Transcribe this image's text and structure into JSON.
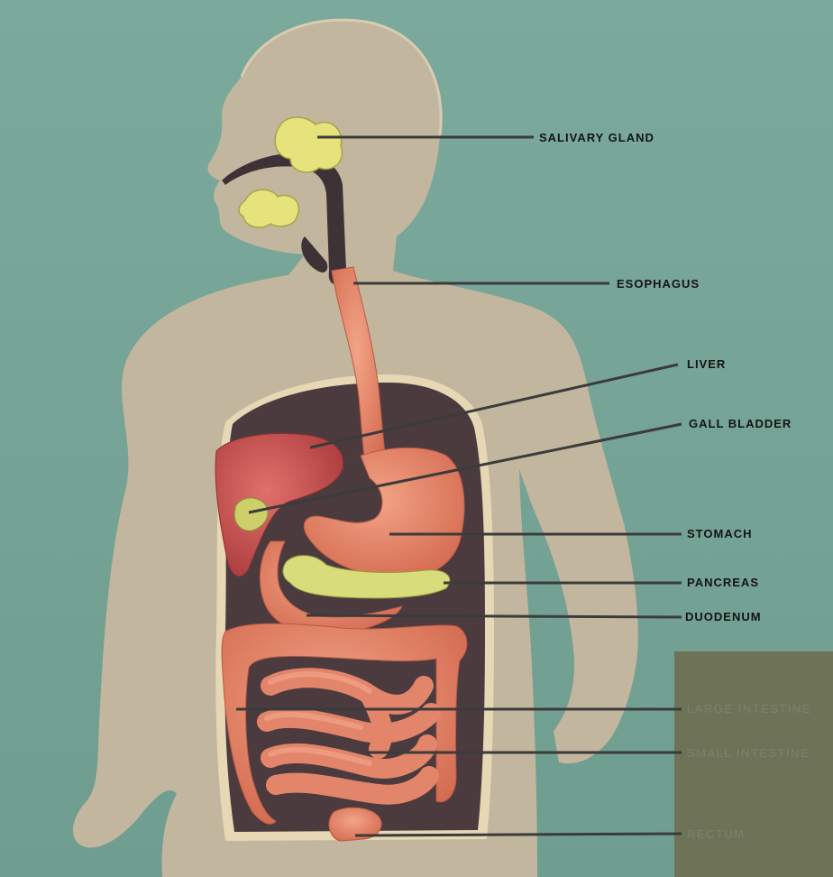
{
  "colors": {
    "background": "#79a89a",
    "body": "#c2b59d",
    "cavity": "#4a3a3d",
    "organ": "#e58a6c",
    "liver": "#c8504c",
    "gland": "#e3e07a",
    "leader": "#3b3b3b",
    "corner_panel": "#6e7358"
  },
  "labels": {
    "salivary_gland": "SALIVARY GLAND",
    "esophagus": "ESOPHAGUS",
    "liver": "LIVER",
    "gall_bladder": "GALL BLADDER",
    "stomach": "STOMACH",
    "pancreas": "PANCREAS",
    "duodenum": "DUODENUM",
    "large_intestine": "LARGE INTESTINE",
    "small_intestine": "SMALL INTESTINE",
    "rectum": "RECTUM"
  }
}
